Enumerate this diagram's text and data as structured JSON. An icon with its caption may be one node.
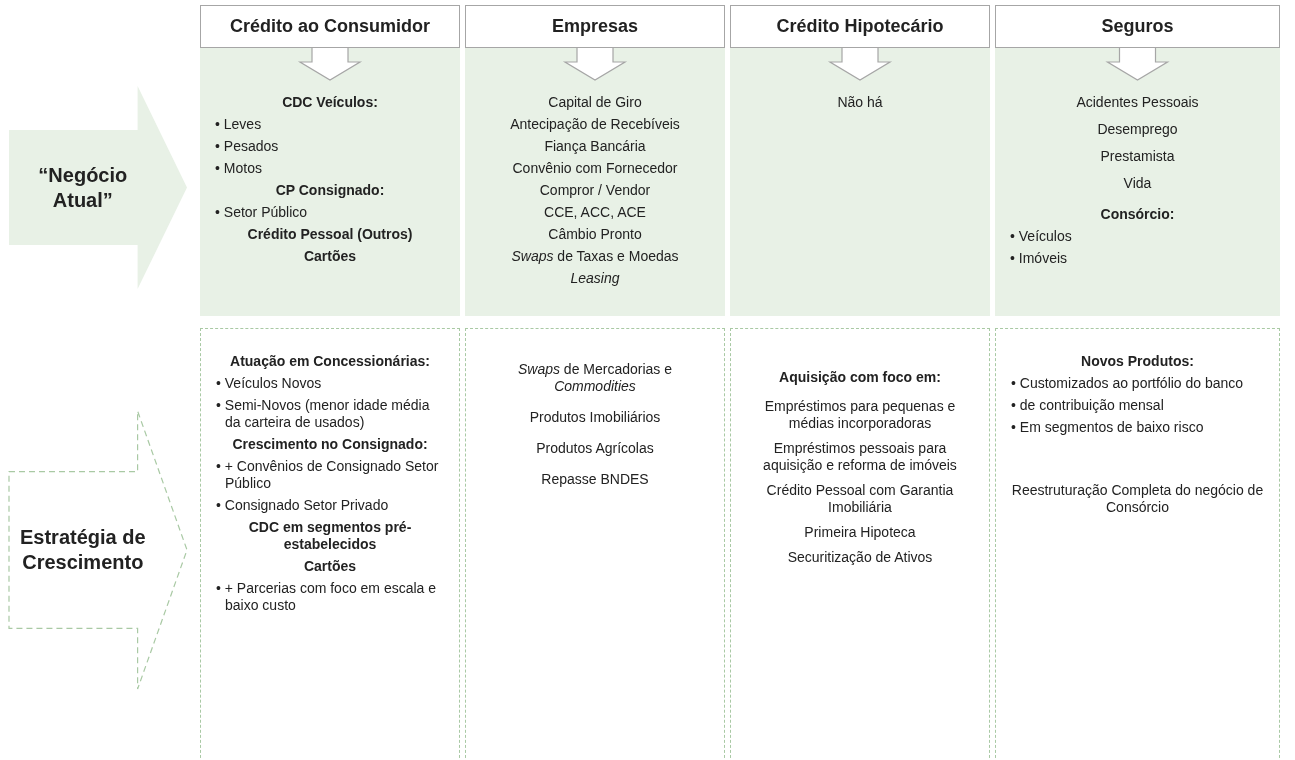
{
  "diagram": {
    "nodes": [
      {
        "text": [
          "“Negócio Atual”"
        ]
      },
      {
        "text": [
          "Estratégia de Crescimento"
        ]
      },
      {
        "text": [
          "Crédito ao Consumidor"
        ]
      },
      {
        "text": [
          "Empresas"
        ]
      },
      {
        "text": [
          "Crédito Hipotecário"
        ]
      },
      {
        "text": [
          "Seguros"
        ]
      },
      {
        "text": [
          "CDC Veículos:",
          "• Leves",
          "• Pesados",
          "• Motos",
          "CP Consignado:",
          "• Setor Público",
          "Crédito Pessoal (Outros)",
          "Cartões"
        ]
      },
      {
        "text": [
          "Capital de Giro",
          "Antecipação de Recebíveis",
          "Fiança Bancária",
          "Convênio com Fornecedor",
          "Compror / Vendor",
          "CCE, ACC, ACE",
          "Câmbio Pronto",
          "*Swaps* de Taxas e Moedas",
          "Leasing"
        ]
      },
      {
        "text": [
          "Não há"
        ]
      },
      {
        "text": [
          "Acidentes Pessoais",
          "Desemprego",
          "Prestamista",
          "Vida",
          "Consórcio:",
          "• Veículos",
          "• Imóveis"
        ]
      },
      {
        "text": [
          "Atuação em Concessionárias:",
          "• Veículos Novos",
          "• Semi-Novos (menor idade média da carteira de usados)",
          "Crescimento no Consignado:",
          "• + Convênios de Consignado Setor Público",
          "• Consignado Setor Privado",
          "CDC em segmentos pré-estabelecidos",
          "Cartões",
          "• + Parcerias com foco em escala e baixo custo"
        ]
      },
      {
        "text": [
          "*Swaps* de Mercadorias e *Commodities*",
          "Produtos Imobiliários",
          "Produtos Agrícolas",
          "Repasse BNDES"
        ]
      },
      {
        "text": [
          "Aquisição com foco em:",
          "Empréstimos para pequenas e médias incorporadoras",
          "Empréstimos pessoais para aquisição e reforma de imóveis",
          "Crédito Pessoal com Garantia Imobiliária",
          "Primeira Hipoteca",
          "Securitização de Ativos"
        ]
      },
      {
        "text": [
          "Novos Produtos:",
          "• Customizados ao portfólio do banco",
          "• de contribuição mensal",
          "• Em segmentos de baixo risco",
          "Reestruturação Completa do negócio de Consórcio"
        ]
      }
    ],
    "edges": [
      {
        "from": 2,
        "to": 6,
        "arrow": "to"
      },
      {
        "from": 3,
        "to": 7,
        "arrow": "to"
      },
      {
        "from": 4,
        "to": 8,
        "arrow": "to"
      },
      {
        "from": 5,
        "to": 9,
        "arrow": "to"
      }
    ]
  }
}
